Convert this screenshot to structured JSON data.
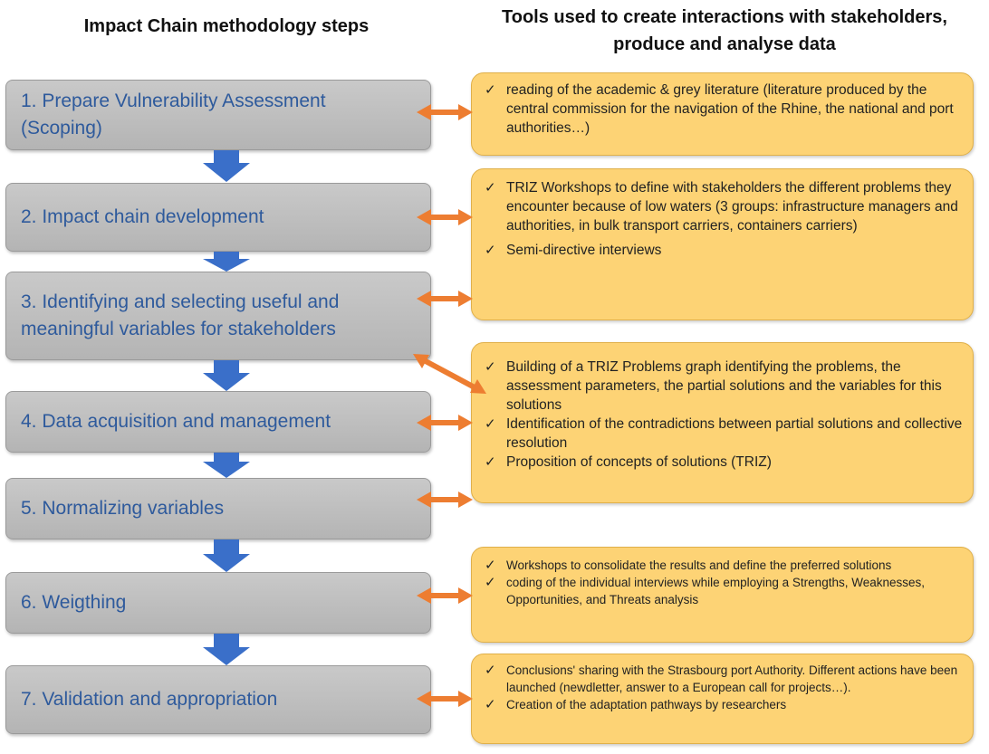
{
  "headers": {
    "left": "Impact Chain methodology steps",
    "right": "Tools used to create interactions with stakeholders, produce and analyse data"
  },
  "steps": [
    {
      "label": "1.   Prepare Vulnerability Assessment\n(Scoping)"
    },
    {
      "label": "2. Impact chain development"
    },
    {
      "label": "3. Identifying and selecting useful and\nmeaningful variables for stakeholders"
    },
    {
      "label": "4. Data acquisition and management"
    },
    {
      "label": "5. Normalizing variables"
    },
    {
      "label": "6. Weigthing"
    },
    {
      "label": "7. Validation and appropriation"
    }
  ],
  "tools": [
    {
      "items": [
        "reading of the academic & grey literature (literature produced by the central commission for the navigation of the Rhine, the national and port authorities…)"
      ]
    },
    {
      "items": [
        "TRIZ Workshops to define with stakeholders the different problems they encounter because of low waters (3 groups: infrastructure managers and authorities, in bulk transport carriers, containers carriers)",
        "Semi-directive interviews"
      ]
    },
    {
      "items": [
        "Building of a TRIZ Problems graph identifying the problems, the assessment parameters, the partial solutions  and the variables for this solutions",
        "Identification of the contradictions between partial solutions and collective resolution",
        "Proposition of concepts of solutions (TRIZ)"
      ]
    },
    {
      "items": [
        " Workshops to consolidate the results and define the preferred solutions",
        "coding of the individual interviews while employing a Strengths, Weaknesses, Opportunities, and Threats analysis"
      ]
    },
    {
      "items": [
        "Conclusions' sharing with the Strasbourg port Authority. Different actions have been launched (newdletter, answer to a European call for projects…).",
        "Creation of the adaptation pathways by researchers"
      ]
    }
  ],
  "colors": {
    "step_fill": "#bfbfbf",
    "step_text": "#2e5a9c",
    "tool_fill": "#fdd375",
    "down_arrow": "#3a6fc9",
    "link_arrow": "#ed7d31"
  },
  "icons": {
    "check": "✓"
  }
}
